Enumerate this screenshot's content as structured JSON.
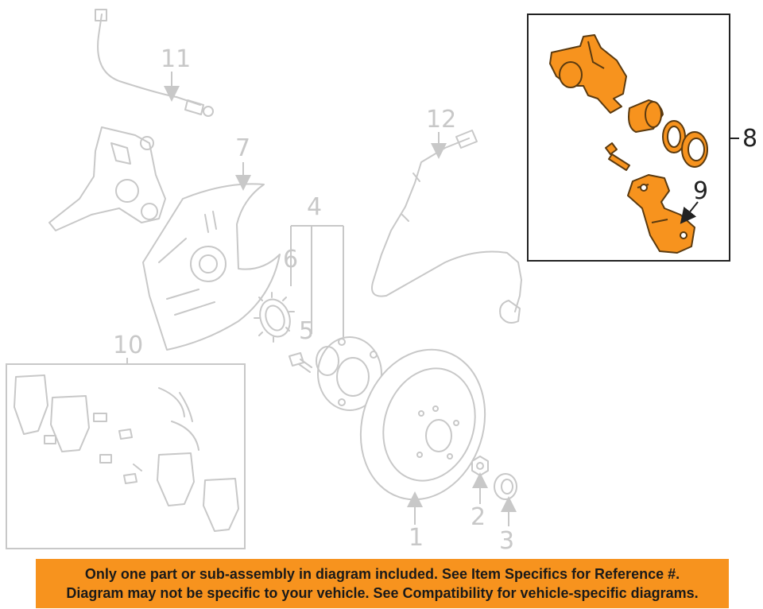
{
  "callouts": {
    "c1": "1",
    "c2": "2",
    "c3": "3",
    "c4": "4",
    "c5": "5",
    "c6": "6",
    "c7": "7",
    "c8": "8",
    "c9": "9",
    "c10": "10",
    "c11": "11",
    "c12": "12"
  },
  "highlight_color": "#f7931e",
  "footer": {
    "line1": "Only one part or sub-assembly in diagram included. See Item Specifics for Reference #.",
    "line2": "Diagram may not be specific to your vehicle. See Compatibility for vehicle-specific diagrams."
  }
}
